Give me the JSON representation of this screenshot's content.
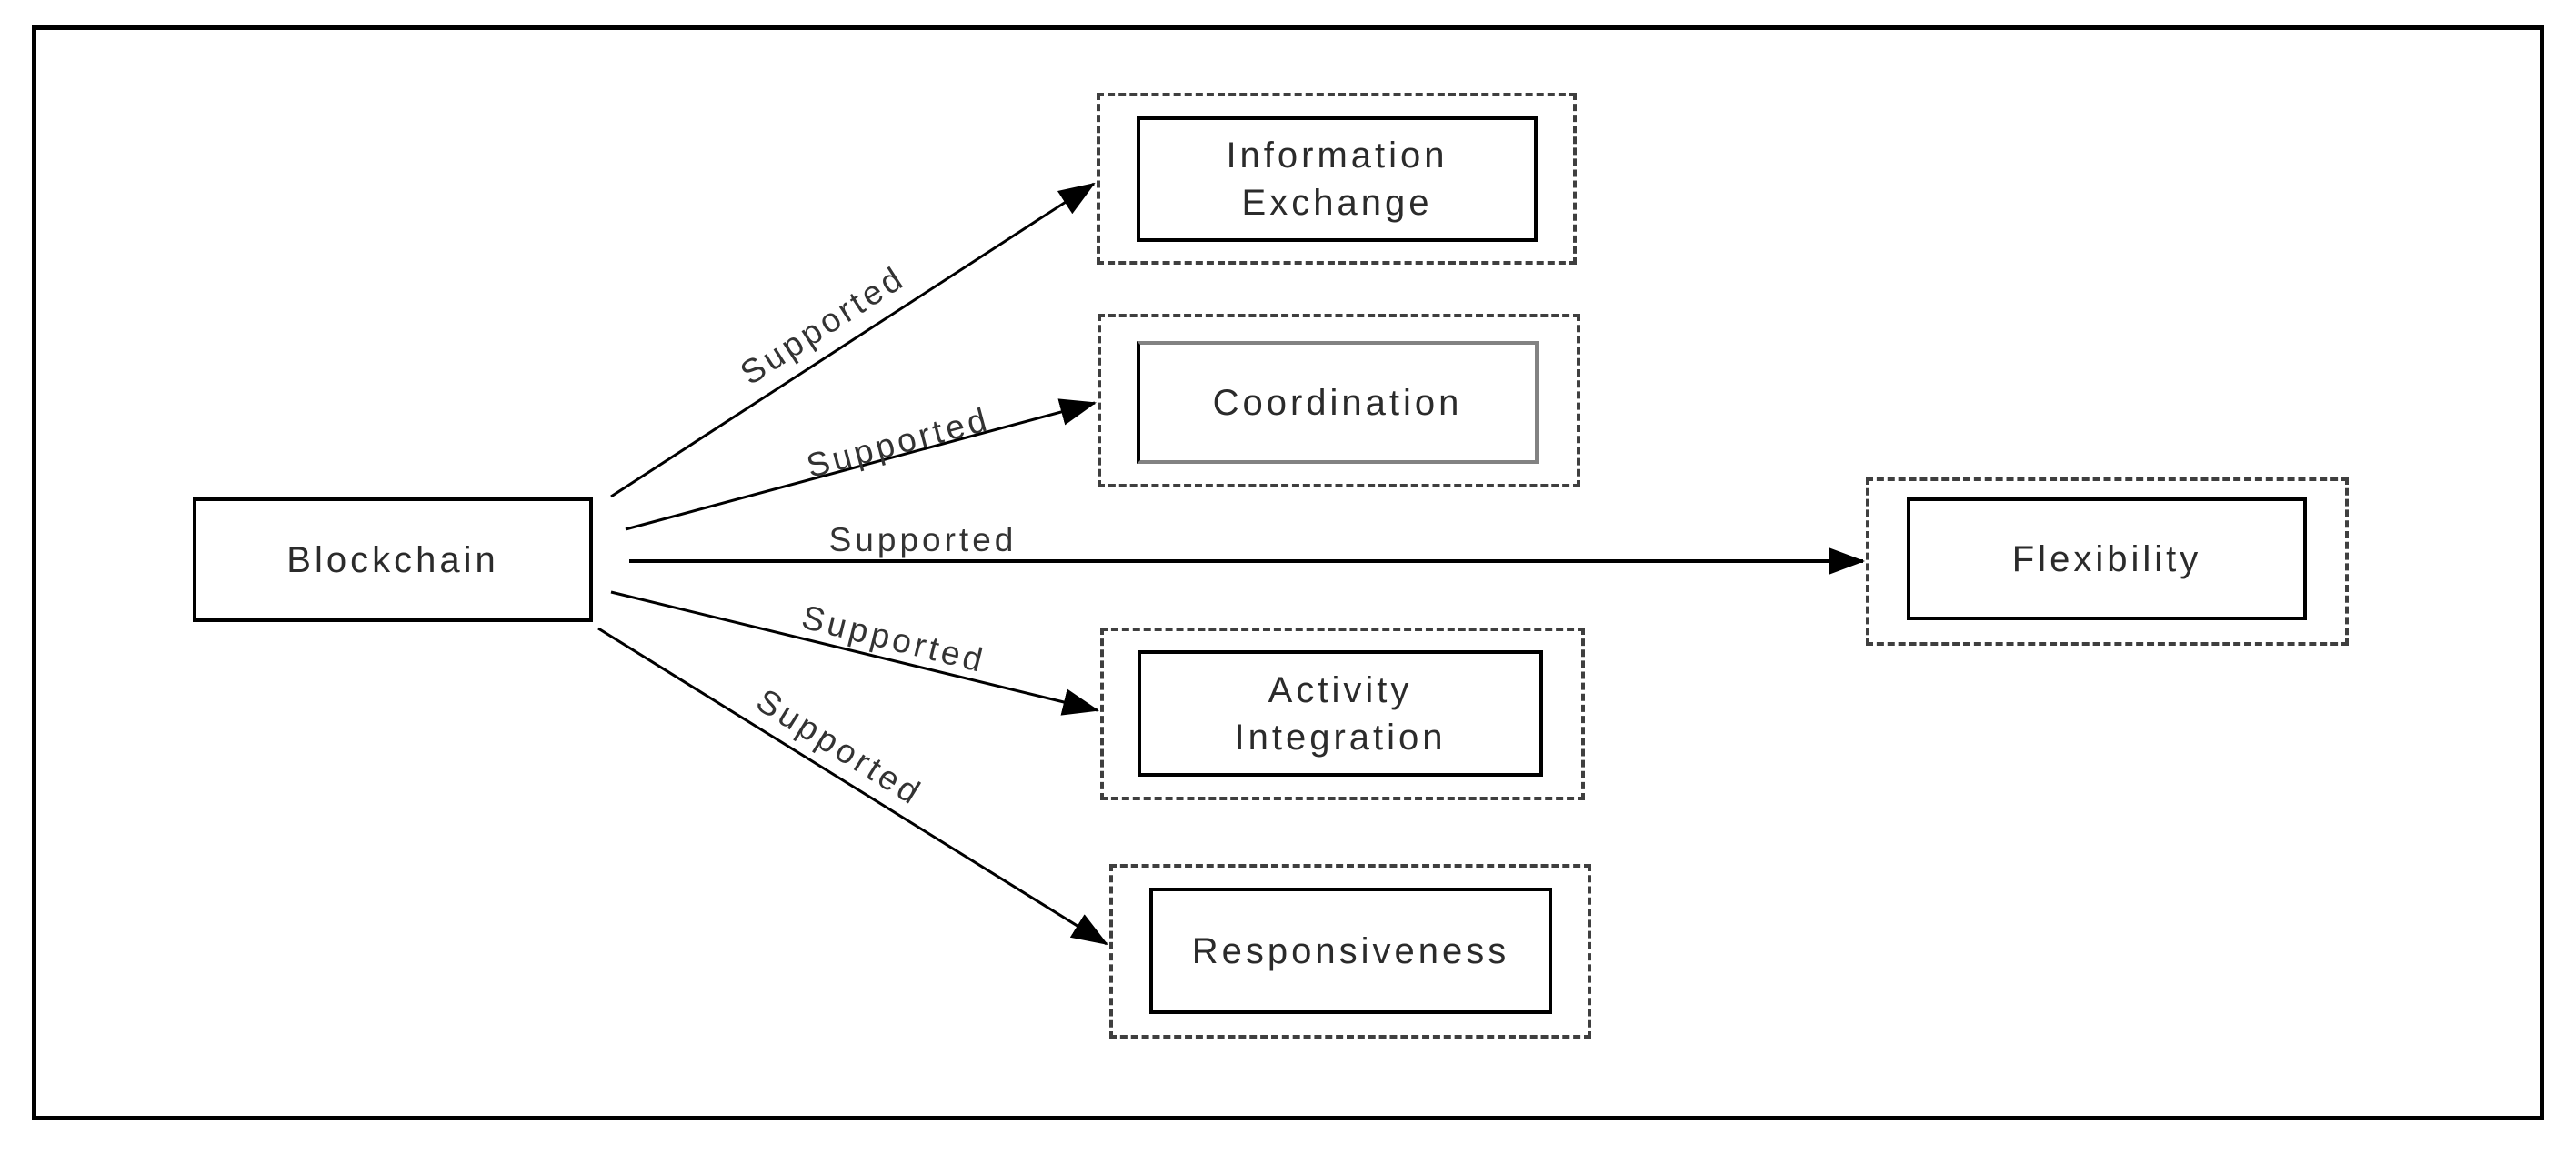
{
  "diagram": {
    "nodes": {
      "blockchain": {
        "label": "Blockchain"
      },
      "information_exchange": {
        "label": "Information Exchange"
      },
      "coordination": {
        "label": "Coordination"
      },
      "flexibility": {
        "label": "Flexibility"
      },
      "activity_integration": {
        "label": "Activity Integration"
      },
      "responsiveness": {
        "label": "Responsiveness"
      }
    },
    "edges": [
      {
        "from": "Blockchain",
        "to": "Information Exchange",
        "label": "Supported"
      },
      {
        "from": "Blockchain",
        "to": "Coordination",
        "label": "Supported"
      },
      {
        "from": "Blockchain",
        "to": "Flexibility",
        "label": "Supported"
      },
      {
        "from": "Blockchain",
        "to": "Activity Integration",
        "label": "Supported"
      },
      {
        "from": "Blockchain",
        "to": "Responsiveness",
        "label": "Supported"
      }
    ],
    "colors": {
      "background": "#ffffff",
      "line": "#000000",
      "solid_border": "#000000",
      "dashed_border": "#3f3f3f",
      "coordination_inner_border": "#828282",
      "text": "#2b2b2b"
    }
  }
}
